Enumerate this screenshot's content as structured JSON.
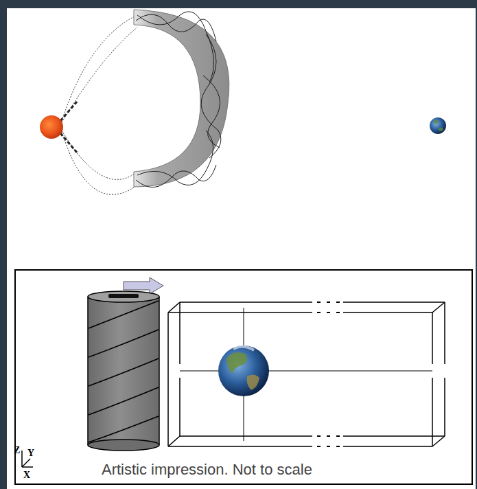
{
  "diagram": {
    "labels": [
      "Z",
      "Y",
      "X",
      "Artistic impression. Not to scale"
    ]
  }
}
